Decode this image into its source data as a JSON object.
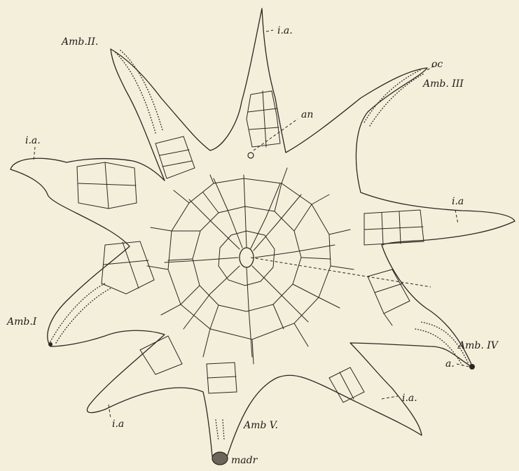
{
  "labels": {
    "amb_1": "Amb.I",
    "amb_2": "Amb.II.",
    "amb_3": "Amb. III",
    "amb_4": "Amb. IV",
    "amb_5": "Amb V.",
    "ia_top": "i.a.",
    "ia_left": "i.a.",
    "ia_right": "i.a",
    "ia_lower_left": "i.a",
    "ia_lower_right": "i.a.",
    "an": "an",
    "oc": "oc",
    "a": "a.",
    "madr": "madr"
  },
  "colors": {
    "background": "#f4efdb",
    "ink": "#2a2620"
  }
}
